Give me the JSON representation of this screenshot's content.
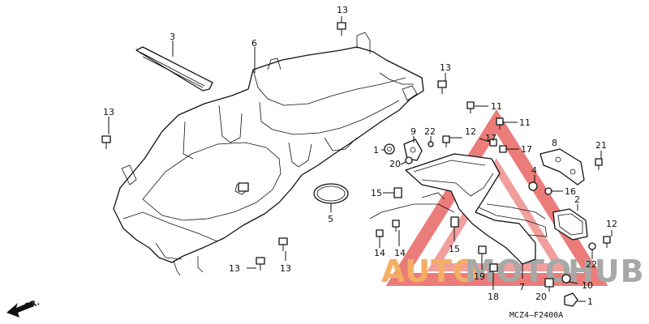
{
  "diagram": {
    "drawing_code": "MCZ4—F2400A",
    "direction_label": "FR.",
    "watermark": {
      "part1": "AUTO",
      "part2": "MOTO",
      "part3": "HUB",
      "color_orange": "#f3a14a",
      "color_gray": "#9a9a9a",
      "color_red": "#e0312e"
    },
    "callouts": [
      {
        "id": "c13a",
        "text": "13"
      },
      {
        "id": "c3",
        "text": "3"
      },
      {
        "id": "c6",
        "text": "6"
      },
      {
        "id": "c13b",
        "text": "13"
      },
      {
        "id": "c13c",
        "text": "13"
      },
      {
        "id": "c11a",
        "text": "11"
      },
      {
        "id": "c11b",
        "text": "11"
      },
      {
        "id": "c9",
        "text": "9"
      },
      {
        "id": "c22a",
        "text": "22"
      },
      {
        "id": "c12a",
        "text": "12"
      },
      {
        "id": "c17a",
        "text": "17"
      },
      {
        "id": "c17b",
        "text": "17"
      },
      {
        "id": "c8",
        "text": "8"
      },
      {
        "id": "c21",
        "text": "21"
      },
      {
        "id": "c1a",
        "text": "1"
      },
      {
        "id": "c20a",
        "text": "20"
      },
      {
        "id": "c4",
        "text": "4"
      },
      {
        "id": "c16",
        "text": "16"
      },
      {
        "id": "c15a",
        "text": "15"
      },
      {
        "id": "c5",
        "text": "5"
      },
      {
        "id": "c2",
        "text": "2"
      },
      {
        "id": "c14a",
        "text": "14"
      },
      {
        "id": "c14b",
        "text": "14"
      },
      {
        "id": "c15b",
        "text": "15"
      },
      {
        "id": "c12b",
        "text": "12"
      },
      {
        "id": "c22b",
        "text": "22"
      },
      {
        "id": "c13d",
        "text": "13"
      },
      {
        "id": "c13e",
        "text": "13"
      },
      {
        "id": "c19",
        "text": "19"
      },
      {
        "id": "c7",
        "text": "7"
      },
      {
        "id": "c10",
        "text": "10"
      },
      {
        "id": "c18",
        "text": "18"
      },
      {
        "id": "c20b",
        "text": "20"
      },
      {
        "id": "c1b",
        "text": "1"
      }
    ]
  }
}
